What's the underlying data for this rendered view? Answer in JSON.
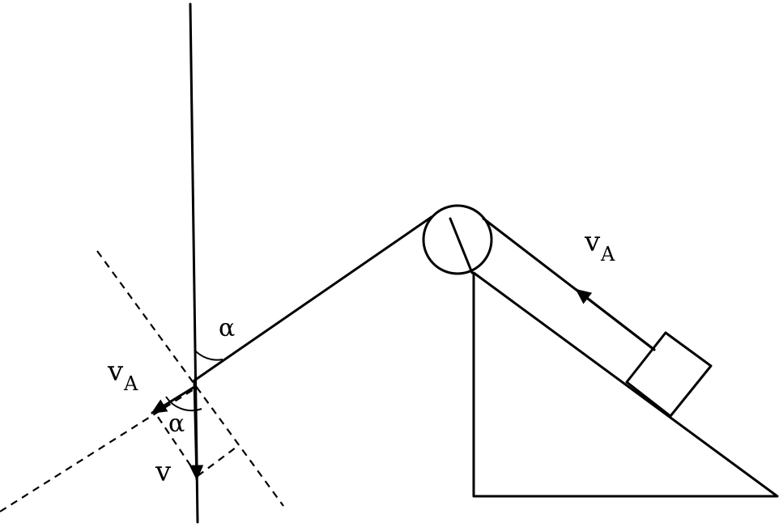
{
  "labels": {
    "vA_incline": "v",
    "vA_incline_sub": "A",
    "vA_component": "v",
    "vA_component_sub": "A",
    "v_rope_end": "v",
    "alpha_upper": "α",
    "alpha_lower": "α"
  }
}
